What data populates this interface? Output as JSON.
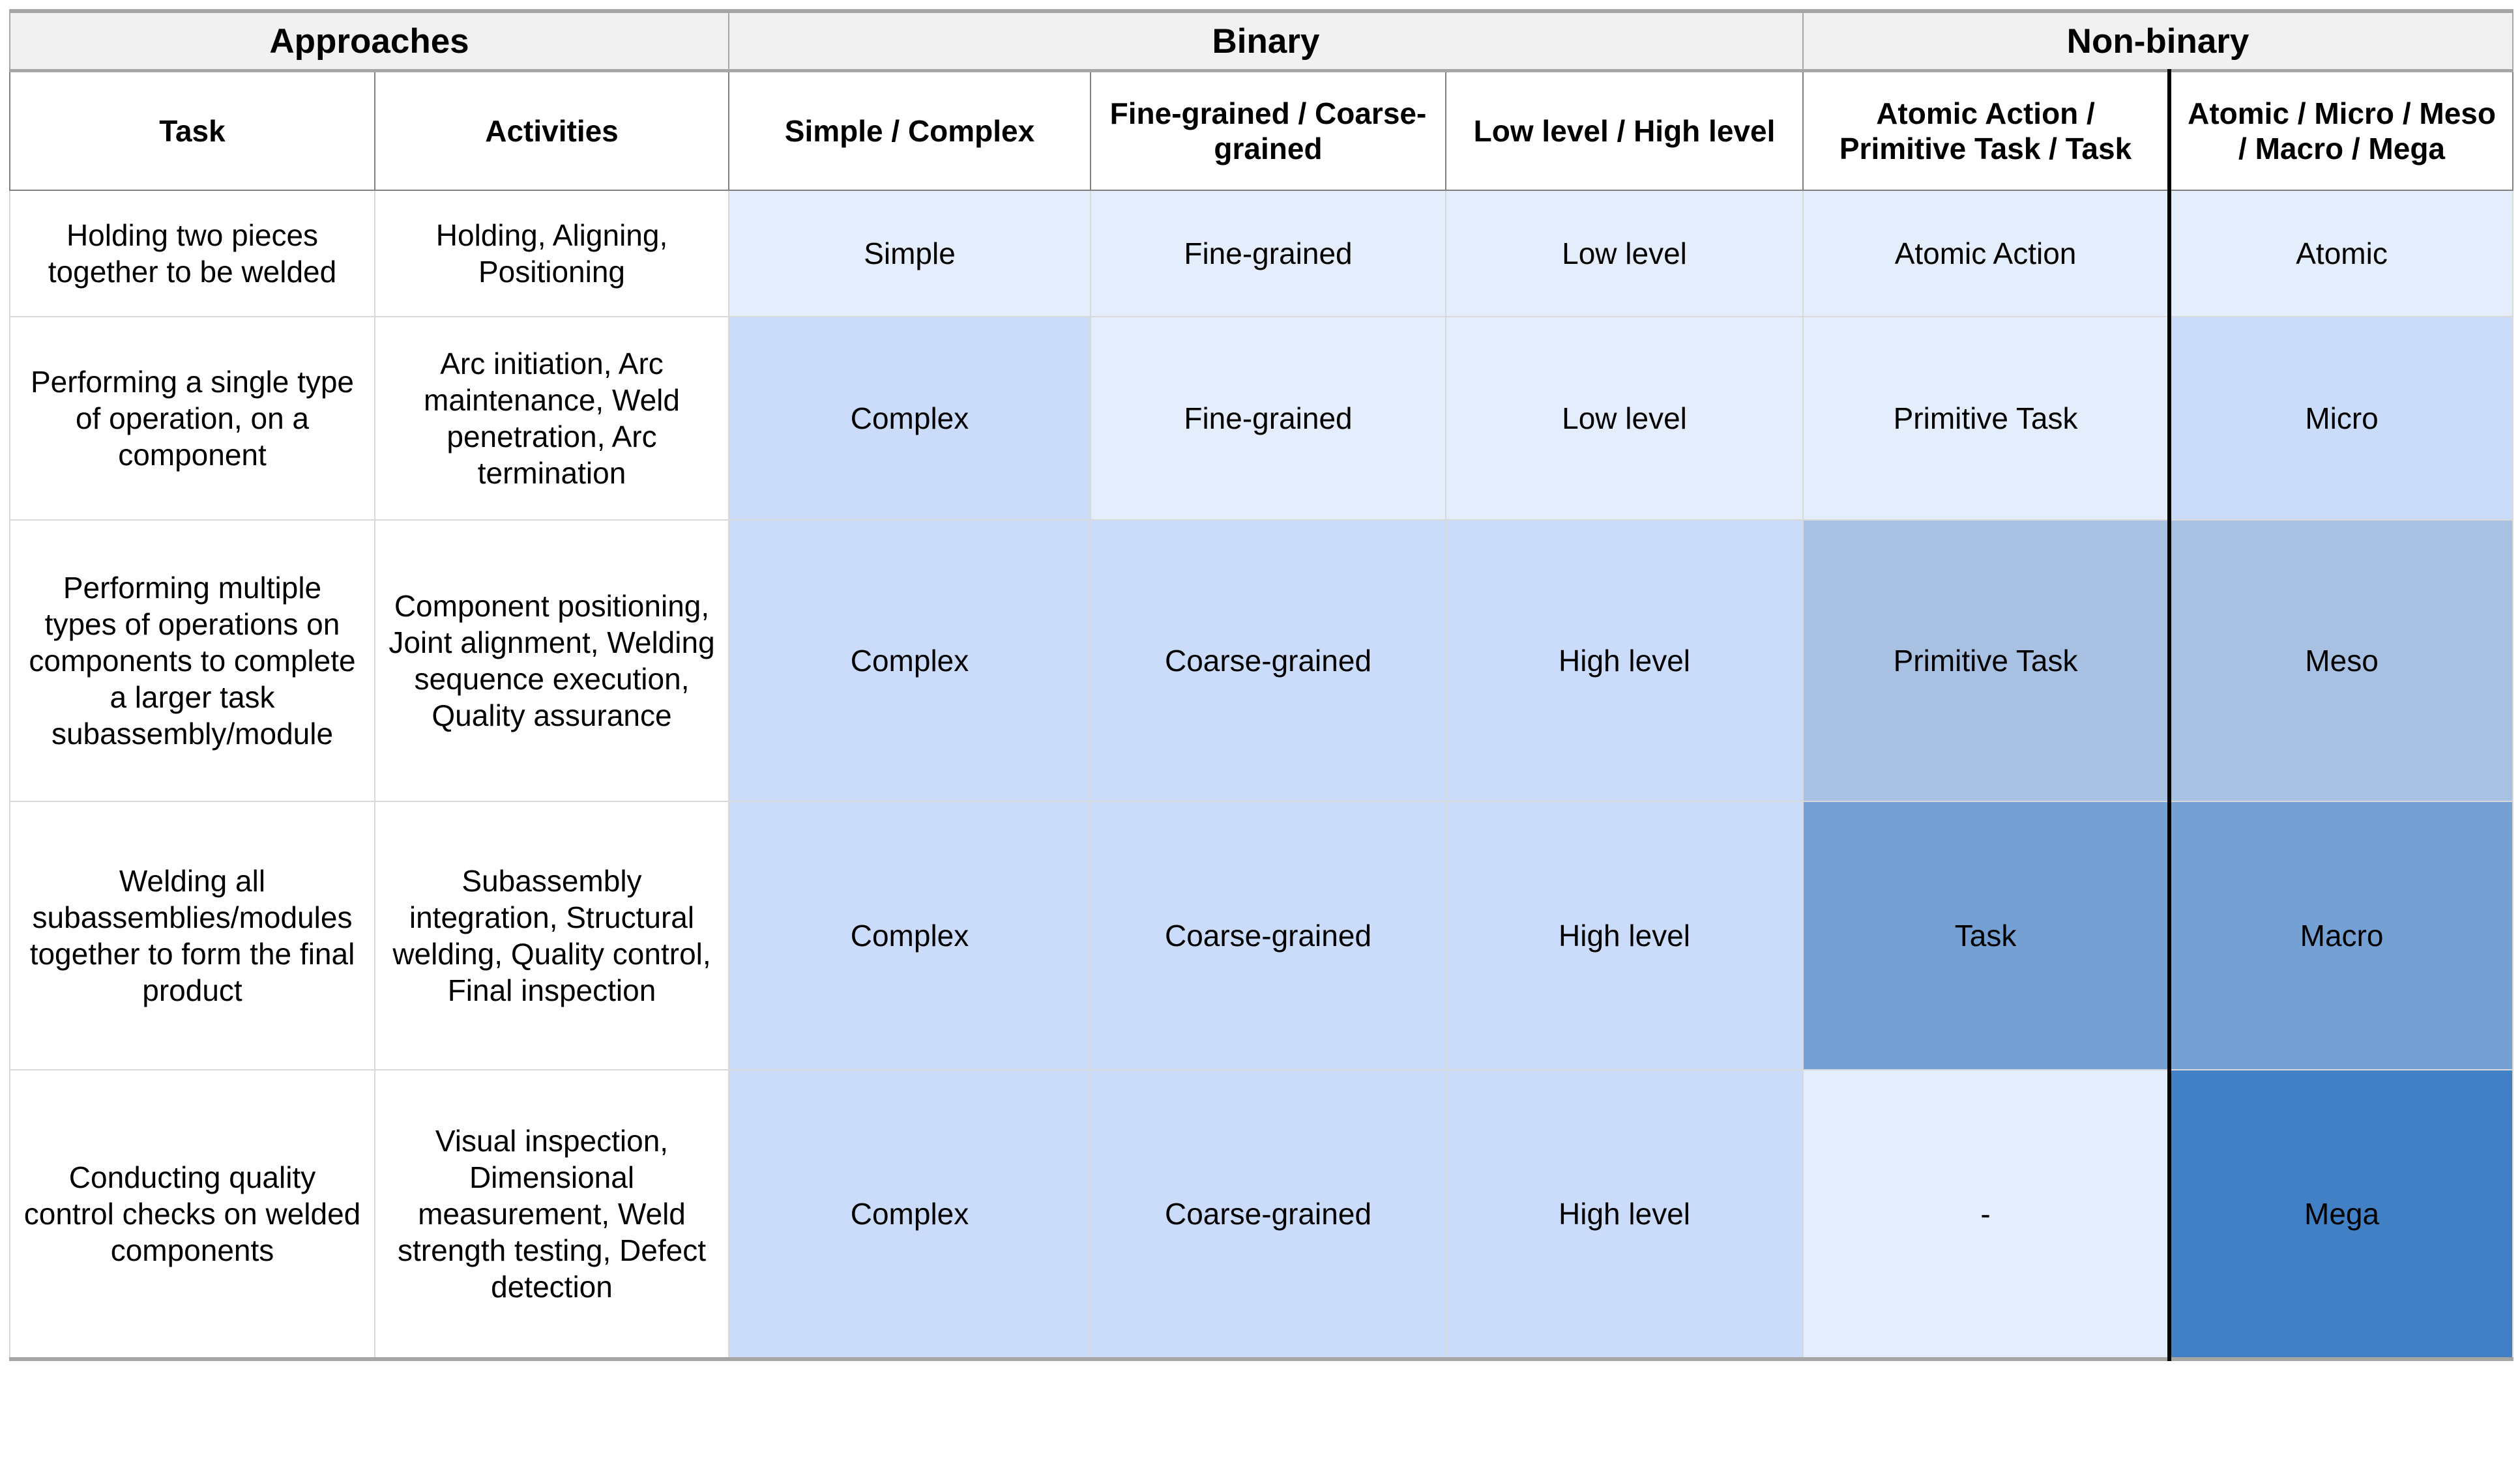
{
  "table": {
    "group_headers": [
      {
        "label": "Approaches",
        "span": 2
      },
      {
        "label": "Binary",
        "span": 3
      },
      {
        "label": "Non-binary",
        "span": 2
      }
    ],
    "column_headers": [
      "Task",
      "Activities",
      "Simple / Complex",
      "Fine-grained / Coarse-grained",
      "Low level / High level",
      "Atomic Action  / Primitive Task / Task",
      "Atomic / Micro / Meso / Macro / Mega"
    ],
    "rows": [
      {
        "task": "Holding two pieces together to be welded",
        "activities": "Holding, Aligning, Positioning",
        "simple_complex": "Simple",
        "grain": "Fine-grained",
        "level": "Low level",
        "atomic_primitive_task": "Atomic Action",
        "scale": "Atomic"
      },
      {
        "task": "Performing  a single type of operation, on a component",
        "activities": "Arc initiation, Arc maintenance, Weld penetration, Arc termination",
        "simple_complex": "Complex",
        "grain": "Fine-grained",
        "level": "Low level",
        "atomic_primitive_task": "Primitive Task",
        "scale": "Micro"
      },
      {
        "task": "Performing multiple types of operations on components to complete a larger task subassembly/module",
        "activities": "Component positioning, Joint alignment, Welding sequence execution, Quality assurance",
        "simple_complex": "Complex",
        "grain": "Coarse-grained",
        "level": "High level",
        "atomic_primitive_task": "Primitive Task",
        "scale": "Meso"
      },
      {
        "task": "Welding all subassemblies/modules together to form the final product",
        "activities": "Subassembly integration, Structural welding, Quality control, Final inspection",
        "simple_complex": "Complex",
        "grain": "Coarse-grained",
        "level": "High level",
        "atomic_primitive_task": "Task",
        "scale": "Macro"
      },
      {
        "task": "Conducting quality control checks on welded components",
        "activities": "Visual inspection, Dimensional measurement, Weld strength testing, Defect detection",
        "simple_complex": "Complex",
        "grain": "Coarse-grained",
        "level": "High level",
        "atomic_primitive_task": "-",
        "scale": "Mega"
      }
    ]
  },
  "colors": {
    "group_header_bg": "#f1f1f1",
    "heat_level_0": "#e4edfc",
    "heat_level_1": "#cbdcfb",
    "heat_level_2": "#a8c1e3",
    "heat_level_3": "#74a0d3",
    "heat_level_4": "#4180c4",
    "grid_line": "#d9d9d9",
    "outer_border": "#a6a6a6",
    "separator": "#000000"
  }
}
